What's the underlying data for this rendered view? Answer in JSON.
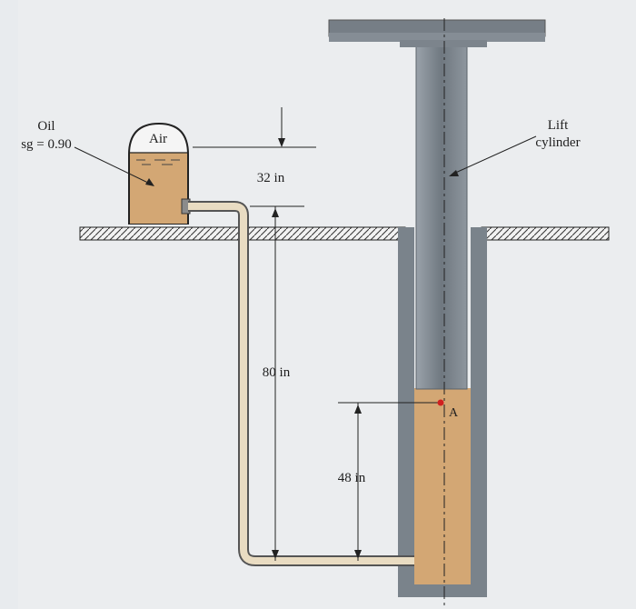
{
  "labels": {
    "oil_name": "Oil",
    "oil_sg": "sg = 0.90",
    "air": "Air",
    "lift_line1": "Lift",
    "lift_line2": "cylinder",
    "point_a": "A"
  },
  "dimensions": {
    "top_gap": "32 in",
    "vertical_drop": "80 in",
    "lower_height": "48 in"
  },
  "colors": {
    "oil": "#d3a774",
    "metal": "#7e8790",
    "pipe": "#e9dcc2",
    "point_a": "#d02020"
  }
}
